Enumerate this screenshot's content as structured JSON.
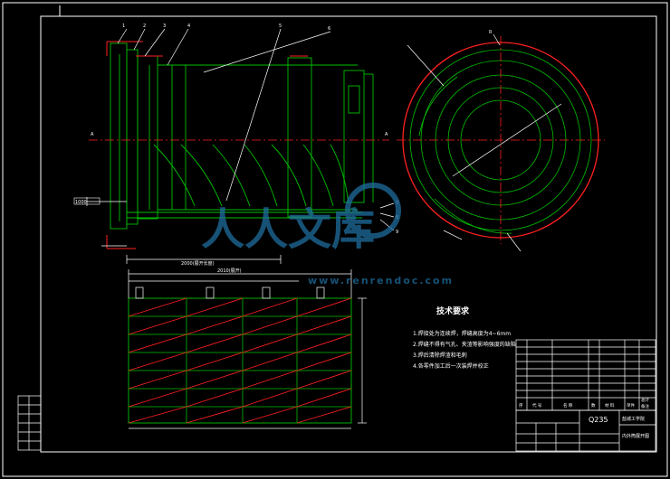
{
  "drawing": {
    "tech_title": "技术要求",
    "tech_items": [
      "1.焊接处为连续焊，焊缝高度为4~6mm",
      "2.焊缝不得有气孔、夹渣等影响强度的缺陷",
      "3.焊后清除焊渣和毛刺",
      "4.各零件加工后一次装焊并校正"
    ],
    "title_block": {
      "material": "Q235",
      "company": "盐城工学院",
      "drawing_name": "内外筒展开图",
      "header_cells": [
        "序",
        "代 号",
        "名 称",
        "数",
        "材 料",
        "单件",
        "总计",
        "备注"
      ]
    },
    "dims": {
      "d1": "1000",
      "d2": "2000(展开长度)",
      "d3": "2010(展开)"
    },
    "watermark": {
      "brand": "人人文库",
      "url": "www.renrendoc.com"
    }
  },
  "colors": {
    "background": "#000000",
    "outline": "#ffffff",
    "geometry_green": "#00c000",
    "section_red": "#ff2020",
    "watermark": "#1f6e9e"
  }
}
